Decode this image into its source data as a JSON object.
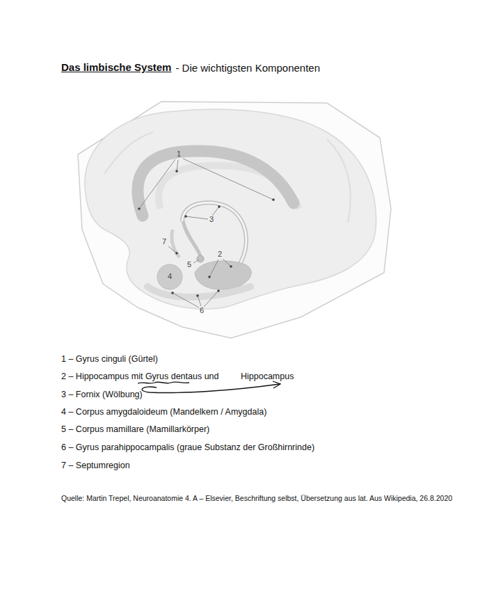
{
  "diagram": {
    "title": "Das limbische System",
    "caption": "Quelle: Martin Trepel, Neuroanatomie 4. A – Elsevier, Beschriftung selbst, Übersetzung aus  lat. Aus Wikipedia, 26.8.2020",
    "labels": [
      "- Die wichtigsten Komponenten",
      "1",
      "3",
      "7",
      "2",
      "5",
      "4",
      "6",
      "1 – Gyrus cinguli  (Gürtel)",
      "2 – Hippocampus mit Gyrus dentaus und",
      "Hippocampus",
      "3 – Fornix (Wölbung)",
      "4 – Corpus amygdaloideum   (Mandelkern / Amygdala)",
      "5 – Corpus mamillare (Mamillarkörper)",
      "6 – Gyrus parahippocampalis  (graue Substanz der Großhirnrinde)",
      "7 – Septumregion"
    ]
  }
}
